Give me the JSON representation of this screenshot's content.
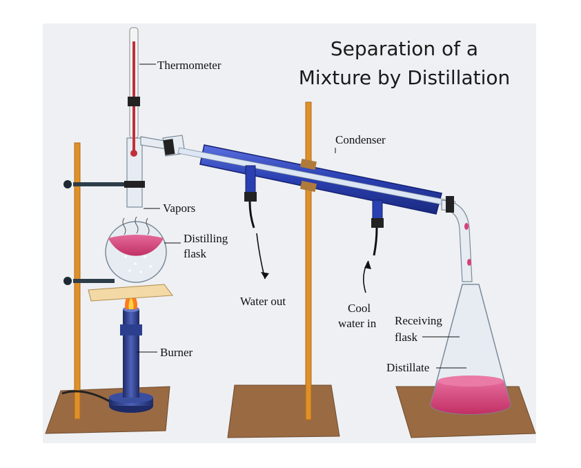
{
  "title": {
    "line1": "Separation of a",
    "line2": "Mixture by Distillation"
  },
  "labels": {
    "thermometer": "Thermometer",
    "condenser": "Condenser",
    "vapors": "Vapors",
    "distilling_flask_line1": "Distilling",
    "distilling_flask_line2": "flask",
    "water_out": "Water out",
    "cool_water_in_line1": "Cool",
    "cool_water_in_line2": "water in",
    "receiving_flask_line1": "Receiving",
    "receiving_flask_line2": "flask",
    "distillate": "Distillate",
    "burner": "Burner"
  },
  "colors": {
    "background_panel": "#eef0f3",
    "stand_base": "#9a6a43",
    "rod": "#e0902a",
    "condenser_blue": "#2a3fb0",
    "liquid_pink": "#d8407a",
    "flask_glass": "#e6ecf2",
    "flame": "#ff7a1a",
    "burner_blue": "#2c3f8f"
  }
}
